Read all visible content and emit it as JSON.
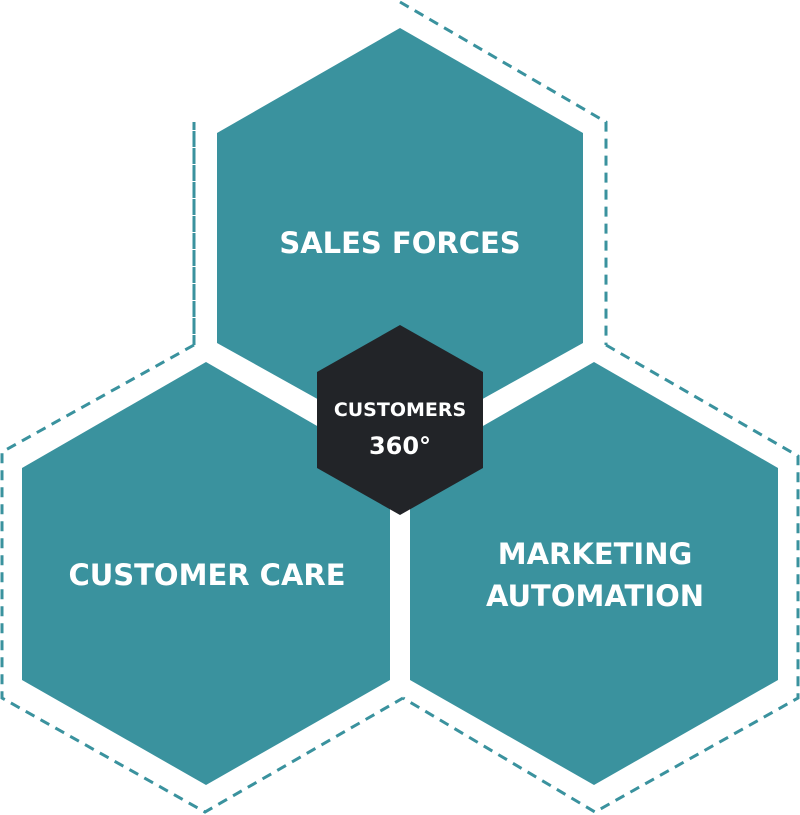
{
  "hexagons": {
    "top": {
      "label": "SALES FORCES"
    },
    "left": {
      "label": "CUSTOMER CARE"
    },
    "right": {
      "line1": "MARKETING",
      "line2": "AUTOMATION"
    },
    "center": {
      "line1": "CUSTOMERS",
      "line2": "360°"
    }
  },
  "colors": {
    "teal": "#3a929e",
    "outline": "#3a929e",
    "center": "#222428",
    "text": "#ffffff"
  }
}
